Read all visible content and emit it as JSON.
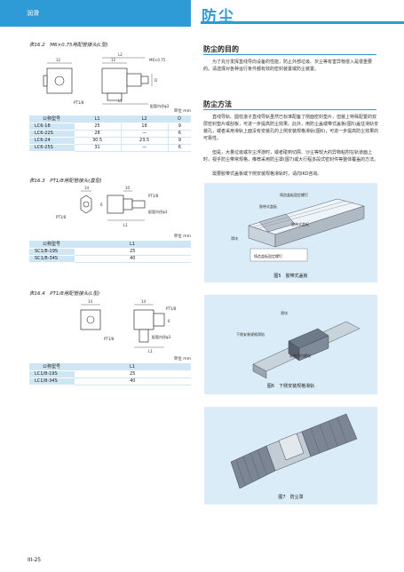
{
  "header": {
    "section": "润滑",
    "title": "防尘"
  },
  "table1": {
    "caption": "表16.2　M6×0.75用配管接头(L型)",
    "unit": "单位 mm",
    "drawing": {
      "labels": [
        "12",
        "12",
        "M6×0.75",
        "D",
        "PT1/8",
        "L1",
        "L2",
        "配管内径φ3"
      ]
    },
    "headers": [
      "公称型号",
      "L1",
      "L2",
      "D"
    ],
    "rows": [
      [
        "LC6-18",
        "25",
        "18",
        "9"
      ],
      [
        "LC6-22S",
        "28",
        "—",
        "6"
      ],
      [
        "LC6-24",
        "30.5",
        "23.5",
        "9"
      ],
      [
        "LC6-25S",
        "31",
        "—",
        "6"
      ]
    ]
  },
  "table2": {
    "caption": "表16.3　PT1/8用配管接头(直型)",
    "unit": "单位 mm",
    "drawing": {
      "labels": [
        "14",
        "10",
        "PT1/8",
        "6",
        "PT1/8",
        "L1",
        "配管内径φ3"
      ]
    },
    "headers": [
      "公称型号",
      "L1"
    ],
    "rows": [
      [
        "SC1/8-19S",
        "25"
      ],
      [
        "SC1/8-34S",
        "40"
      ]
    ]
  },
  "table3": {
    "caption": "表16.4　PT1/8用配管接头(L型)",
    "unit": "单位 mm",
    "drawing": {
      "labels": [
        "14",
        "14",
        "PT1/8",
        "6",
        "PT1/8",
        "L1",
        "配管内径φ3"
      ]
    },
    "headers": [
      "公称型号",
      "L1"
    ],
    "rows": [
      [
        "LC1/8-19S",
        "25"
      ],
      [
        "LC1/8-34S",
        "40"
      ]
    ]
  },
  "right": {
    "s1_title": "防尘的目的",
    "s1_text": "为了充分发挥直线导向设备的性能，防止外部垃圾、灰尘等有害异物侵入是很重要的。请选择对各种运行条件都有效的密封装置或防尘装置。",
    "s2_title": "防尘方法",
    "s2_text1": "直线导轨、圆柱滚子直线导轨虽然已标准配备了侧面密封垫片，但装上特殊配置的双层密封垫片或刮板，可进一步提高防尘效果。此外，用防尘盖或带式盖板(图5)盖住滑轨安装孔，或者采用滑轨上面没有安装孔的上侧安装规格滑轨(图6)，可进一步提高防尘效果的可靠性。",
    "s2_text2": "但是，大量垃圾或灰尘浮游时，或者碰到切屑、沙尘等较大的异物粘附在轨道面上时，视乎防尘带常规格，推荐采用防尘罩(图7)或大行程多段式密封件等整体覆盖的方法。",
    "s2_text3": "需要胶带式盖板或下侧安装规格滑轨时，请向IKO咨询。"
  },
  "figures": {
    "fig5": {
      "caption": "图5　胶带式盖板",
      "labels": [
        "铸造盖板固定螺钉",
        "胶带式盖板",
        "滑块",
        "胶带式盖板",
        "铸造盖板固定螺钉"
      ]
    },
    "fig6": {
      "caption": "图6　下侧安装规格滑轨",
      "labels": [
        "滑块",
        "下侧安装规格滑轨",
        "安装用内螺纹"
      ]
    },
    "fig7": {
      "caption": "图7　防尘罩"
    }
  },
  "page": {
    "number": "III-25"
  }
}
